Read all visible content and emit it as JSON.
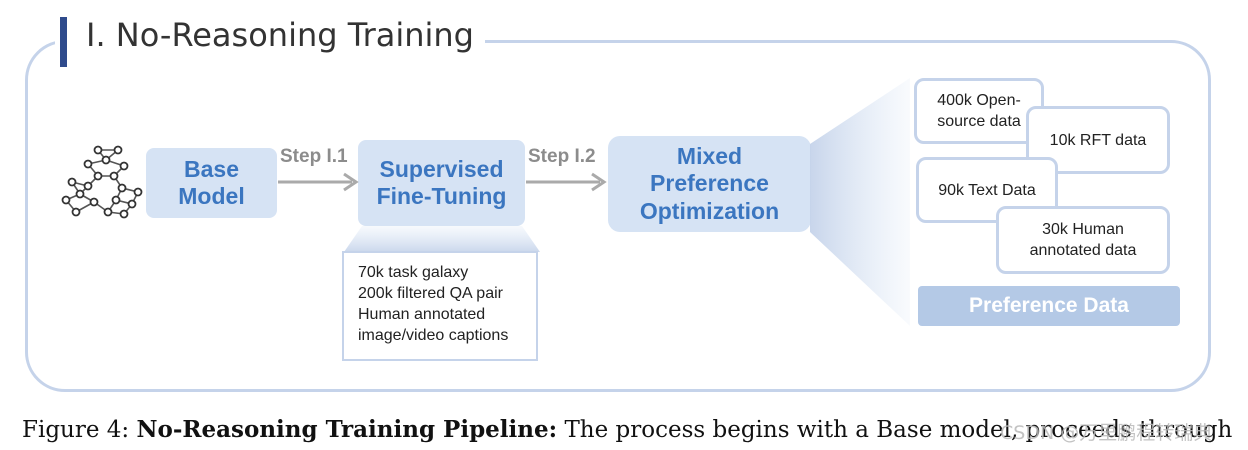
{
  "section": {
    "title": "I. No-Reasoning Training"
  },
  "stages": {
    "base": "Base\nModel",
    "sft": "Supervised\nFine-Tuning",
    "mpo": "Mixed\nPreference\nOptimization"
  },
  "steps": {
    "step1": "Step I.1",
    "step2": "Step I.2"
  },
  "sft_data": [
    "70k task galaxy",
    "200k filtered QA pair",
    "Human annotated",
    "image/video captions"
  ],
  "preference": {
    "cards": [
      "400k Open-\nsource data",
      "10k RFT data",
      "90k Text Data",
      "30k Human\nannotated data"
    ],
    "label": "Preference Data"
  },
  "caption": {
    "prefix": "Figure 4: ",
    "bold": "No-Reasoning Training Pipeline:",
    "rest": " The process begins with a Base model, proceeds through"
  },
  "watermark": "CSDN @万里鹏程转瑞典",
  "colors": {
    "accent": "#3b76c0",
    "stage_fill": "#d6e3f4",
    "border": "#c5d3ea",
    "title_bar": "#2f4b8c"
  }
}
